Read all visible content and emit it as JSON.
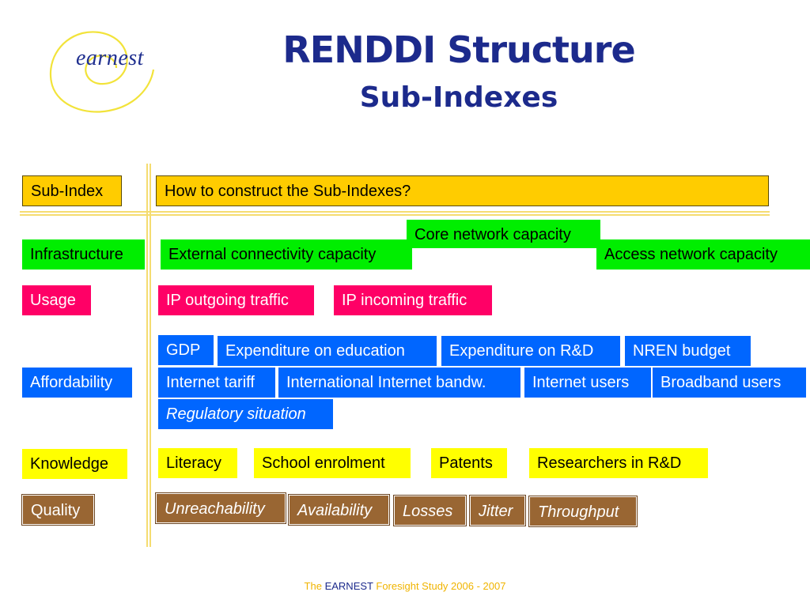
{
  "logo": {
    "text": "earnest"
  },
  "header": {
    "title": "RENDDI Structure",
    "subtitle": "Sub-Indexes"
  },
  "table": {
    "col_header": "Sub-Index",
    "question": "How to construct the Sub-Indexes?",
    "rows": {
      "infrastructure": {
        "label": "Infrastructure",
        "items": [
          "External connectivity capacity",
          "Core network capacity",
          "Access network capacity"
        ]
      },
      "usage": {
        "label": "Usage",
        "items": [
          "IP outgoing traffic",
          "IP incoming traffic"
        ]
      },
      "affordability": {
        "label": "Affordability",
        "items": [
          "GDP",
          "Expenditure on education",
          "Expenditure on R&D",
          "NREN budget",
          "Internet tariff",
          "International Internet bandw.",
          "Internet users",
          "Broadband users",
          "Regulatory situation"
        ]
      },
      "knowledge": {
        "label": "Knowledge",
        "items": [
          "Literacy",
          "School enrolment",
          "Patents",
          "Researchers in R&D"
        ]
      },
      "quality": {
        "label": "Quality",
        "items": [
          "Unreachability",
          "Availability",
          "Losses",
          "Jitter",
          "Throughput"
        ]
      }
    }
  },
  "colors": {
    "infrastructure": "#00ee00",
    "usage": "#ff0066",
    "affordability": "#0066ff",
    "knowledge": "#ffff00",
    "quality": "#996633",
    "header": "#ffcc00",
    "title": "#1c2a8c"
  },
  "footer": {
    "prefix": "The",
    "brand": "EARNEST",
    "suffix": "Foresight Study 2006 - 2007"
  }
}
